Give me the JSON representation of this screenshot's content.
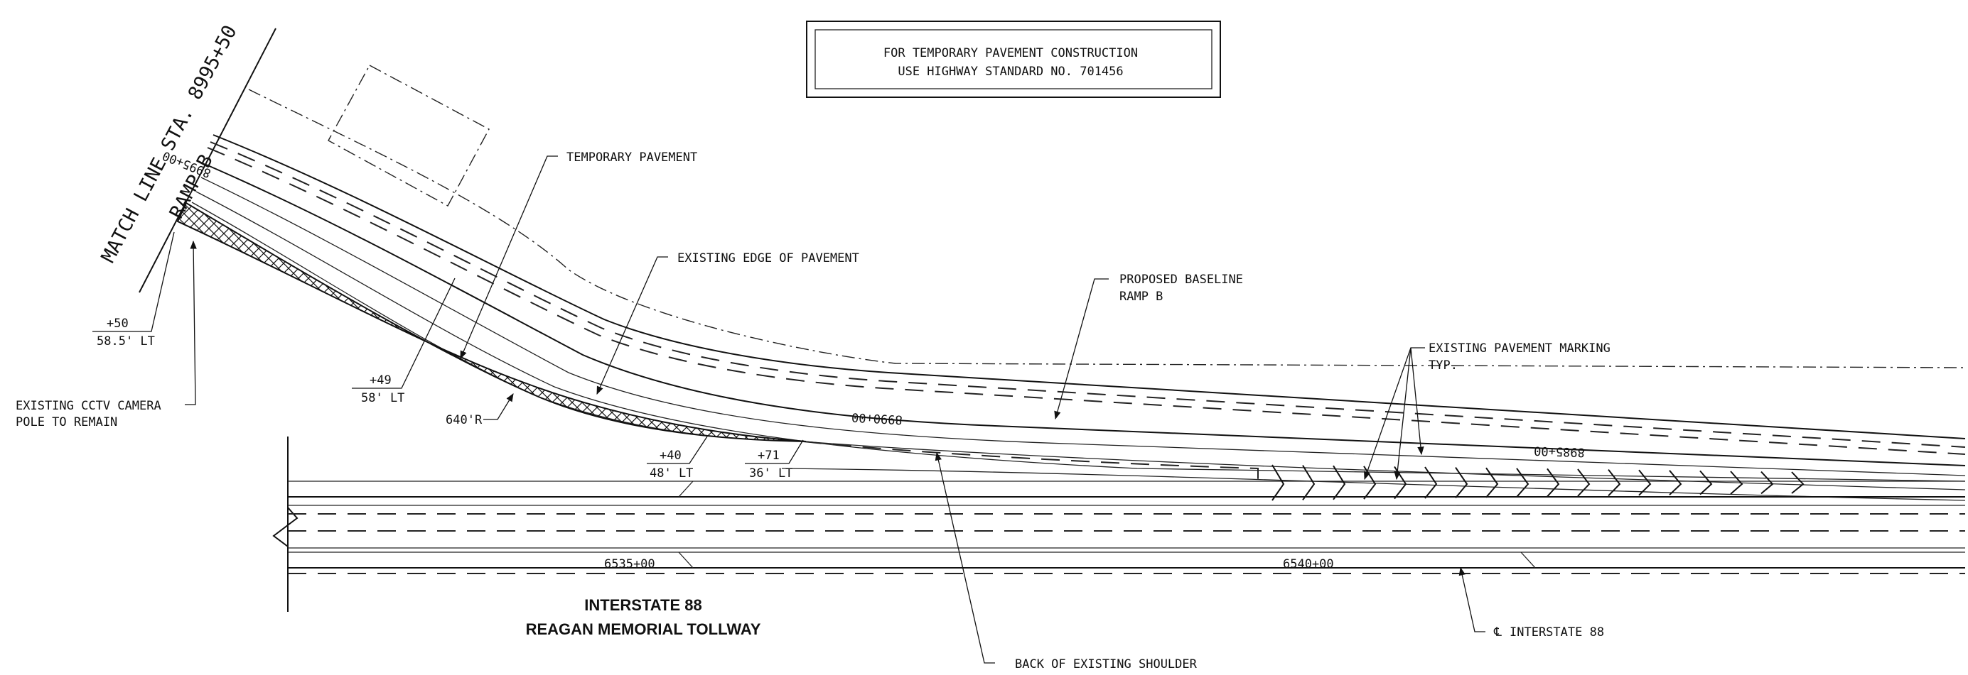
{
  "note_box": {
    "line1": "FOR TEMPORARY PAVEMENT CONSTRUCTION",
    "line2": "USE HIGHWAY STANDARD NO. 701456"
  },
  "match_line": {
    "line1": "MATCH LINE STA. 8995+50",
    "line2": "RAMP B"
  },
  "callouts": {
    "temporary_pavement": "TEMPORARY PAVEMENT",
    "existing_edge": "EXISTING EDGE OF PAVEMENT",
    "proposed_baseline_1": "PROPOSED BASELINE",
    "proposed_baseline_2": "RAMP B",
    "existing_marking_1": "EXISTING PAVEMENT MARKING",
    "existing_marking_2": "TYP.",
    "cctv_1": "EXISTING CCTV CAMERA",
    "cctv_2": "POLE TO REMAIN",
    "radius": "640'R",
    "back_shoulder": "BACK OF EXISTING SHOULDER",
    "cl_interstate": "INTERSTATE 88",
    "cl_symbol": "℄"
  },
  "offsets": {
    "o50_sta": "+50",
    "o50_off": "58.5' LT",
    "o49_sta": "+49",
    "o49_off": "58' LT",
    "o40_sta": "+40",
    "o40_off": "48' LT",
    "o71_sta": "+71",
    "o71_off": "36' LT"
  },
  "stations": {
    "ramp_1": "8995+00",
    "ramp_2": "8990+00",
    "ramp_3": "8985+00",
    "i88_1": "6535+00",
    "i88_2": "6540+00"
  },
  "roadway": {
    "name": "INTERSTATE 88",
    "subtitle": "REAGAN MEMORIAL TOLLWAY"
  },
  "colors": {
    "ink": "#111111",
    "paper": "#ffffff"
  }
}
